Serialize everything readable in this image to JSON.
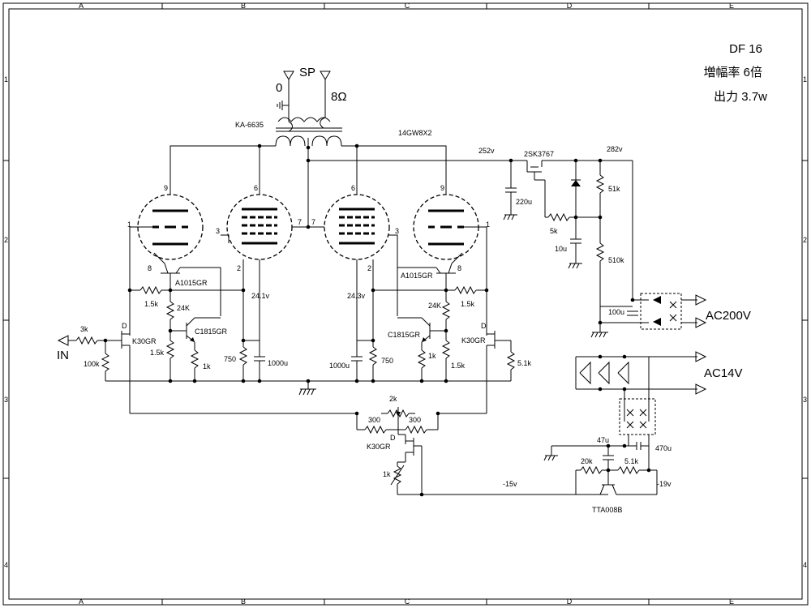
{
  "title": {
    "model": "DF 16",
    "gain": "増幅率 6倍",
    "power": "出力 3.7w"
  },
  "border": {
    "columns": [
      "A",
      "B",
      "C",
      "D",
      "E"
    ],
    "rows": [
      "1",
      "2",
      "3",
      "4"
    ]
  },
  "transformer": {
    "part": "KA-6635",
    "sp": "SP",
    "zero": "0",
    "ohms": "8Ω"
  },
  "tubes": {
    "part": "14GW8X2",
    "pins": {
      "t1_top": "9",
      "t1_left": "1",
      "t1_bottom": "8",
      "t2_top": "6",
      "t2_left": "3",
      "t2_right": "7",
      "t2_bottom": "2",
      "t3_top": "6",
      "t3_left": "7",
      "t3_right": "3",
      "t3_bottom": "2",
      "t4_top": "9",
      "t4_right": "1",
      "t4_bottom": "8"
    }
  },
  "components": {
    "a1015_l": "A1015GR",
    "a1015_r": "A1015GR",
    "c1815_l": "C1815GR",
    "c1815_r": "C1815GR",
    "k30_l": "K30GR",
    "k30_r": "K30GR",
    "k30_c": "K30GR",
    "tta": "TTA008B",
    "mosfet": "2SK3767",
    "d_l": "D",
    "d_r": "D",
    "d_c": "D"
  },
  "values": {
    "r_3k": "3k",
    "r_100k": "100k",
    "r_1k5_a": "1.5k",
    "r_24k_l": "24K",
    "r_1k5_b": "1.5k",
    "r_1k_l": "1k",
    "r_750_l": "750",
    "c_1000_l": "1000u",
    "r_1k5_c": "1.5k",
    "r_24k_r": "24K",
    "r_1k_r": "1k",
    "r_1k5_d": "1.5k",
    "r_5k1_r": "5.1k",
    "r_750_r": "750",
    "c_1000_r": "1000u",
    "r_2k": "2k",
    "r_300_l": "300",
    "r_300_r": "300",
    "r_1k_c": "1k",
    "c_220": "220u",
    "r_5k": "5k",
    "c_10": "10u",
    "r_51k": "51k",
    "r_510k": "510k",
    "c_100": "100u",
    "c_47": "47u",
    "r_20k": "20k",
    "r_5k1_b": "5.1k",
    "c_470": "470u"
  },
  "voltages": {
    "v_24_1": "24.1v",
    "v_24_3": "24.3v",
    "v_252": "252v",
    "v_282": "282v",
    "v_m15": "-15v",
    "v_m19": "-19v"
  },
  "io": {
    "input": "IN",
    "ac200": "AC200V",
    "ac14": "AC14V"
  }
}
